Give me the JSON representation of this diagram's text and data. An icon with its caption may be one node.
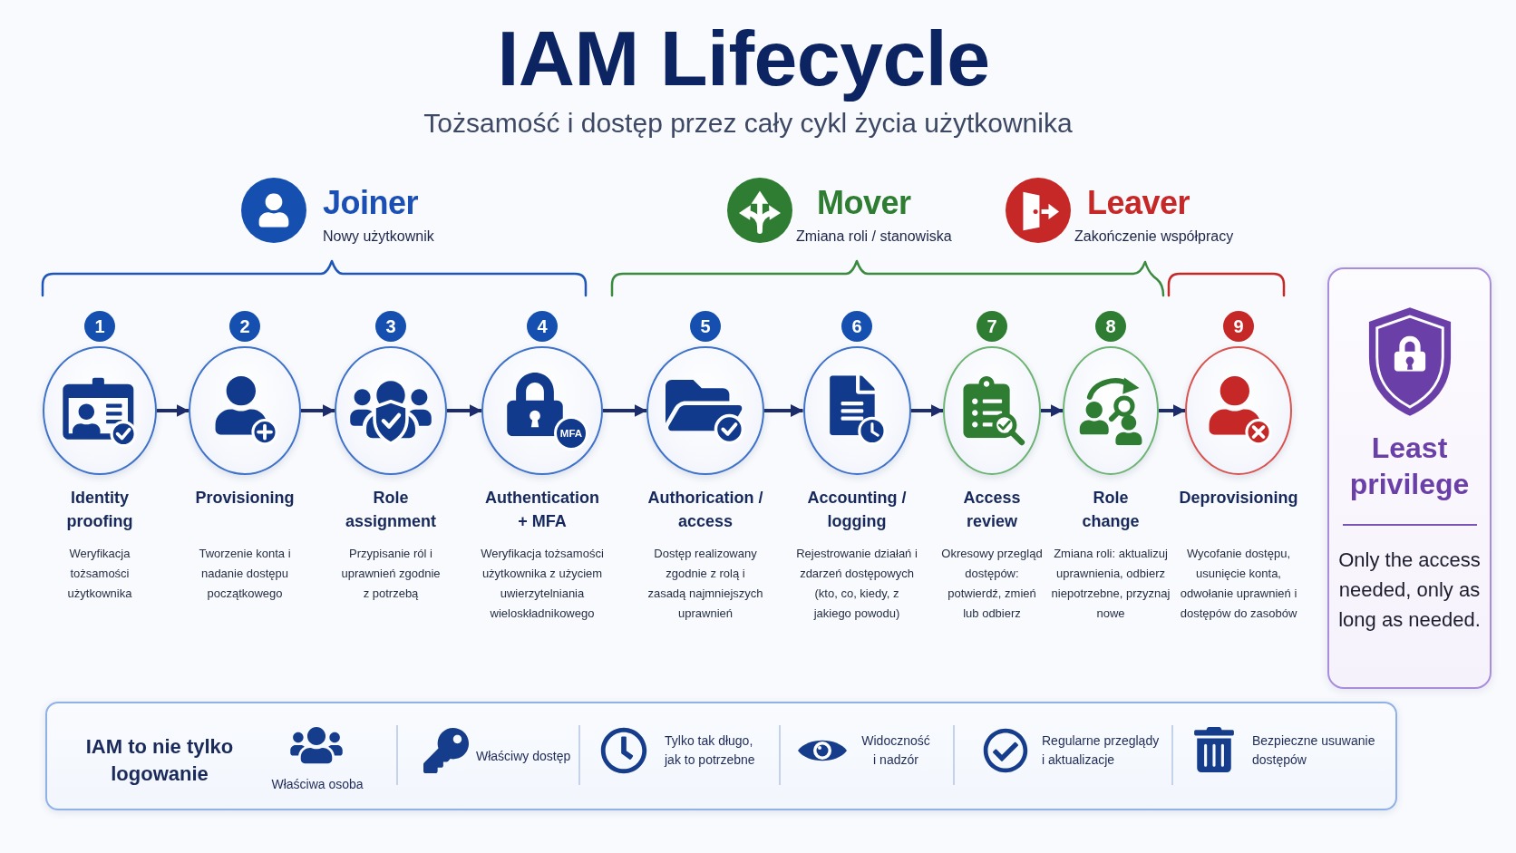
{
  "diagram": {
    "title": "IAM Lifecycle",
    "nodes": [
      {
        "text": [
          "1",
          "Identity proofing",
          "Weryfikacja tożsamości użytkownika"
        ]
      },
      {
        "text": [
          "2",
          "Provisioning",
          "Tworzenie konta i nadanie dostępu początkowego"
        ]
      },
      {
        "text": [
          "3",
          "Role assignment",
          "Przypisanie ról i uprawnień zgodnie z potrzebą"
        ]
      },
      {
        "text": [
          "4",
          "MFA",
          "Authentication + MFA",
          "Weryfikacja tożsamości użytkownika z użyciem uwierzytelniania wieloskładnikowego"
        ]
      },
      {
        "text": [
          "5",
          "Authorication / access",
          "Dostęp realizowany zgodnie z rolą i zasadą najmniejszych uprawnień"
        ]
      },
      {
        "text": [
          "6",
          "Accounting / logging",
          "Rejestrowanie działań i zdarzeń dostępowych (kto, co, kiedy, z jakiego powodu)"
        ]
      },
      {
        "text": [
          "7",
          "Access review",
          "Okresowy przegląd dostępów: potwierdź, zmień lub odbierz"
        ]
      },
      {
        "text": [
          "8",
          "Role change",
          "Zmiana roli: aktualizuj uprawnienia, odbierz niepotrzebne, przyznaj nowe"
        ]
      },
      {
        "text": [
          "9",
          "Deprovisioning",
          "Wycofanie dostępu, usunięcie konta, odwołanie uprawnień i dostępów do zasobów"
        ]
      },
      {
        "text": [
          "Least privilege",
          "Only the access needed, only as long as needed."
        ]
      },
      {
        "text": [
          "IAM to nie tylko logowanie",
          "Właściwa osoba",
          "Właściwy dostęp",
          "Tylko tak długo, jak to potrzebne",
          "Widoczność i nadzór",
          "Regularne przeglądy i aktualizacje",
          "Bezpieczne usuwanie dostępów"
        ]
      }
    ],
    "edges": [
      {
        "from": 0,
        "to": 1,
        "arrow": "to"
      },
      {
        "from": 1,
        "to": 2,
        "arrow": "to"
      },
      {
        "from": 2,
        "to": 3,
        "arrow": "to"
      },
      {
        "from": 3,
        "to": 4,
        "arrow": "to"
      },
      {
        "from": 4,
        "to": 5,
        "arrow": "to"
      },
      {
        "from": 5,
        "to": 6,
        "arrow": "to"
      },
      {
        "from": 6,
        "to": 7,
        "arrow": "to"
      },
      {
        "from": 7,
        "to": 8,
        "arrow": "to"
      }
    ],
    "labels": [
      "Tożsamość i dostęp przez cały cykl życia użytkownika",
      "Joiner",
      "Nowy użytkownik",
      "Mover",
      "Zmiana roli / stanowiska",
      "Leaver",
      "Zakończenie współpracy"
    ]
  }
}
